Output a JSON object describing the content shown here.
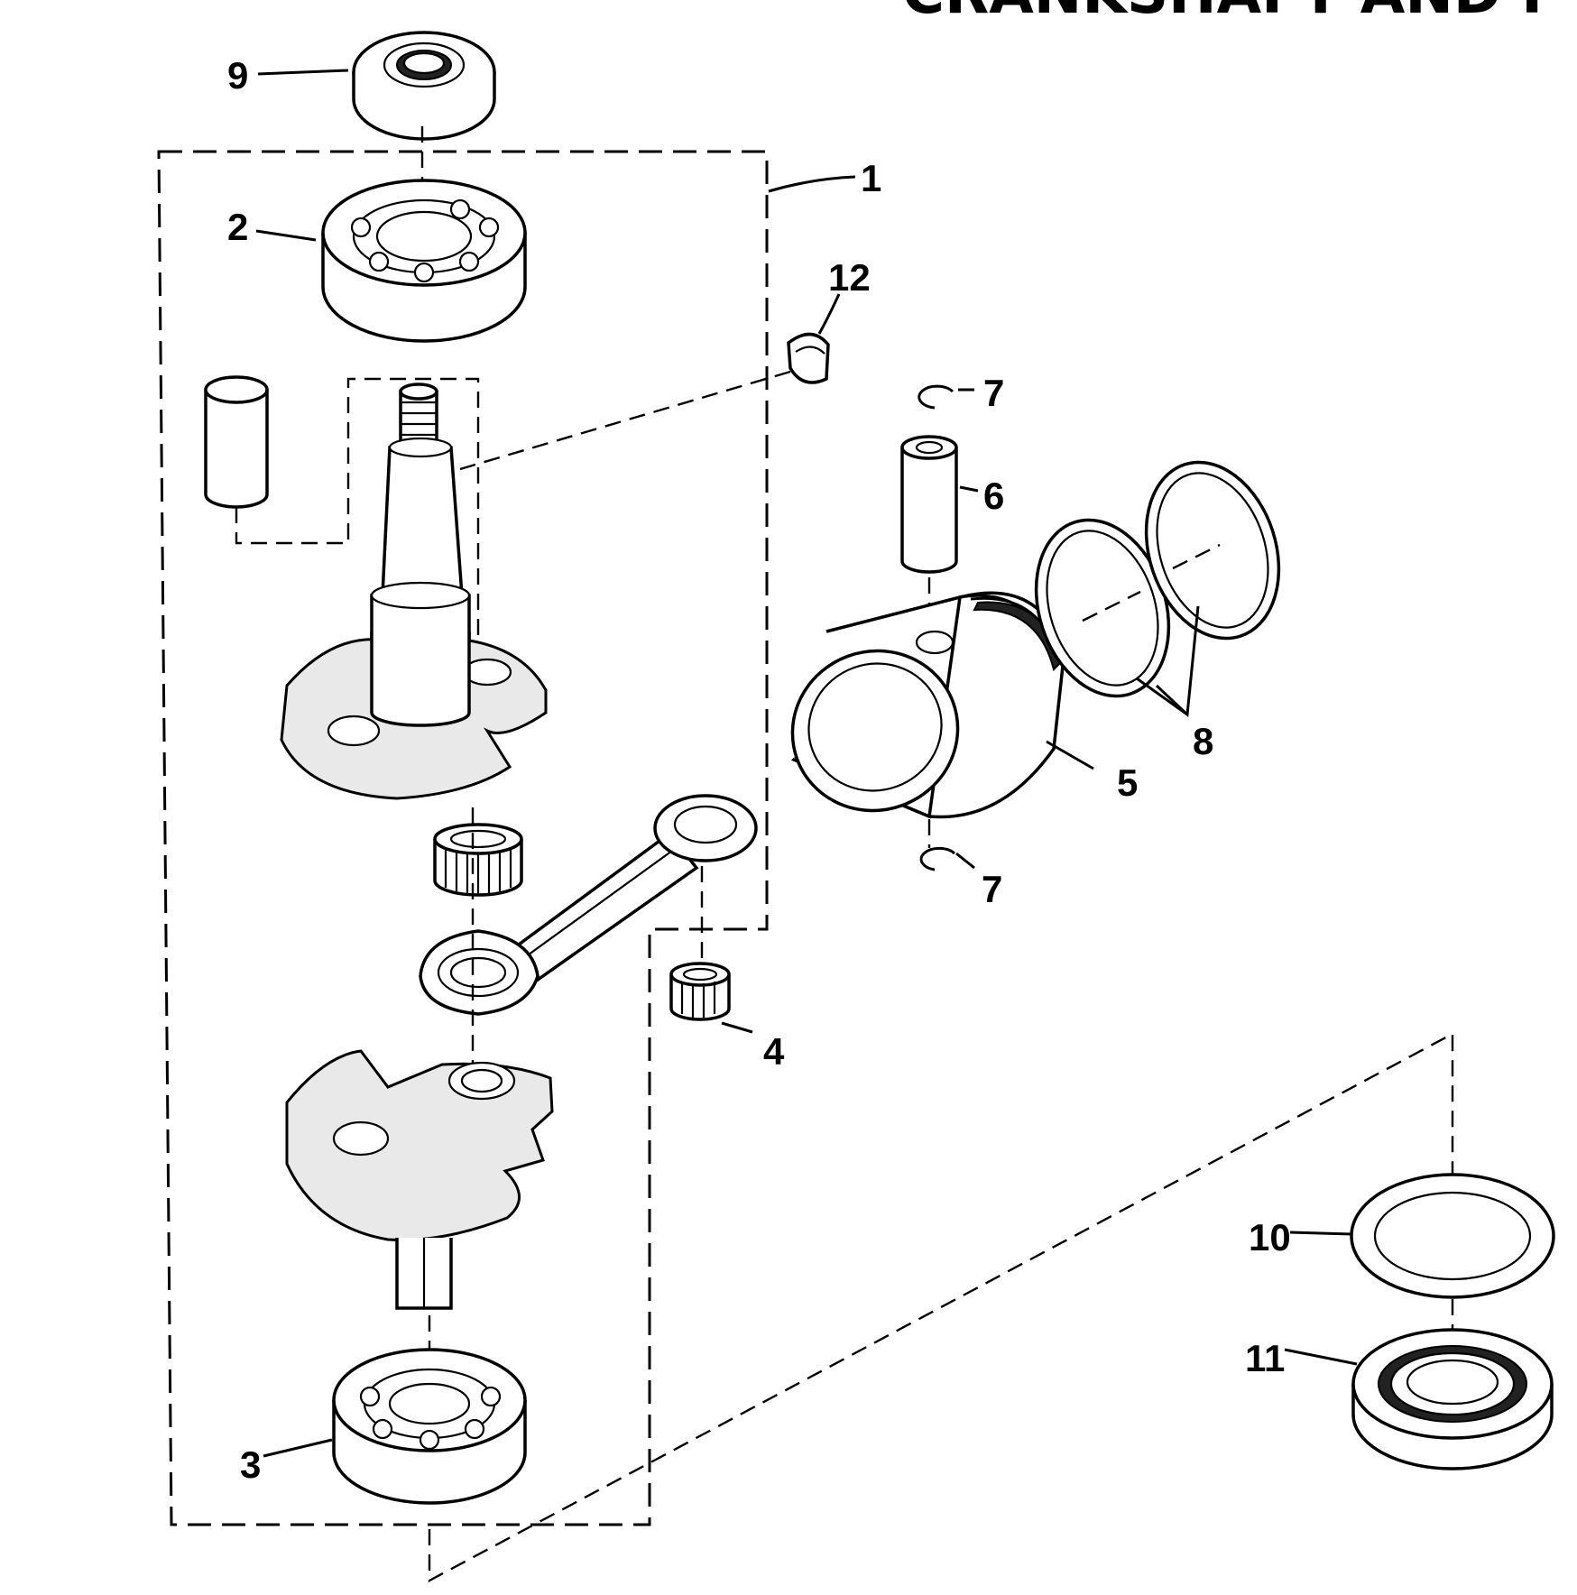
{
  "title": "CRANKSHAFT AND P",
  "callouts": {
    "c1": "1",
    "c2": "2",
    "c3": "3",
    "c4": "4",
    "c5": "5",
    "c6": "6",
    "c7a": "7",
    "c7b": "7",
    "c8": "8",
    "c9": "9",
    "c10": "10",
    "c11": "11",
    "c12": "12"
  }
}
